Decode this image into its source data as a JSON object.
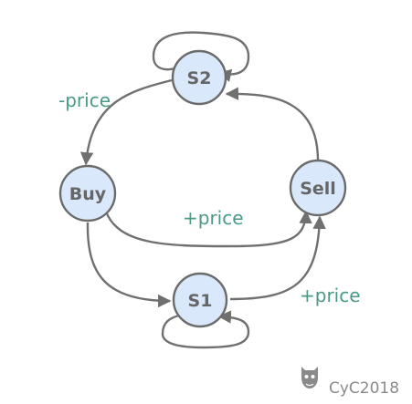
{
  "diagram": {
    "nodes": [
      {
        "id": "S2",
        "label": "S2"
      },
      {
        "id": "Buy",
        "label": "Buy"
      },
      {
        "id": "Sell",
        "label": "Sell"
      },
      {
        "id": "S1",
        "label": "S1"
      }
    ],
    "edges": [
      {
        "from": "S2",
        "to": "S2",
        "label": ""
      },
      {
        "from": "S2",
        "to": "Buy",
        "label": "-price"
      },
      {
        "from": "Buy",
        "to": "Sell",
        "label": "+price"
      },
      {
        "from": "Buy",
        "to": "S1",
        "label": ""
      },
      {
        "from": "S1",
        "to": "Sell",
        "label": "+price"
      },
      {
        "from": "S1",
        "to": "S1",
        "label": ""
      },
      {
        "from": "Sell",
        "to": "S2",
        "label": ""
      }
    ]
  },
  "colors": {
    "node_fill": "#dae8fc",
    "node_stroke": "#6b6b6b",
    "edge_stroke": "#707070",
    "edge_label": "#4a9a86",
    "node_text": "#666666"
  },
  "watermark": {
    "icon": "github-octocat-icon",
    "text": "CyC2018"
  }
}
